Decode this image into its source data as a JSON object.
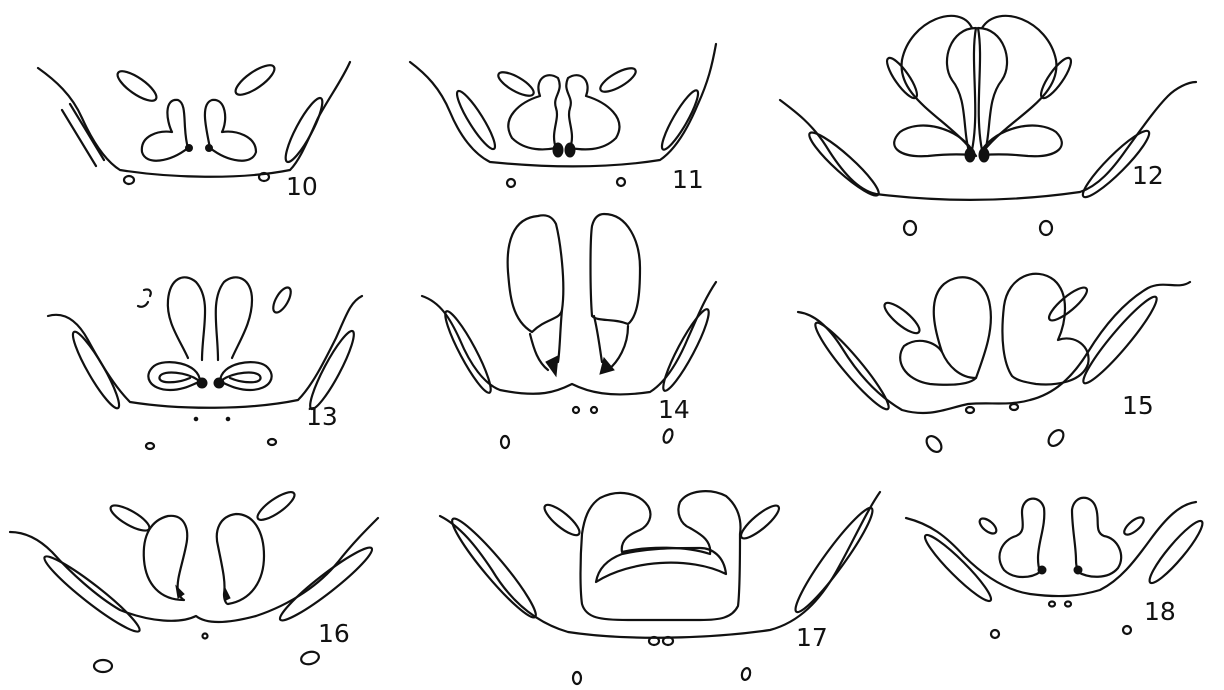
{
  "figure": {
    "panels": [
      {
        "label": "10"
      },
      {
        "label": "11"
      },
      {
        "label": "12"
      },
      {
        "label": "13"
      },
      {
        "label": "14"
      },
      {
        "label": "15"
      },
      {
        "label": "16"
      },
      {
        "label": "17"
      },
      {
        "label": "18"
      }
    ],
    "colors": {
      "ink": "#111111",
      "background": "#ffffff"
    }
  }
}
